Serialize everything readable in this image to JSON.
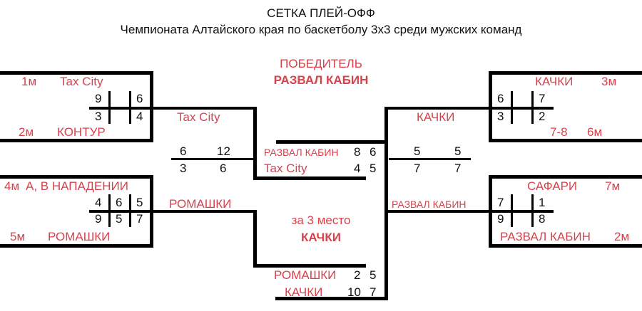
{
  "header": {
    "title": "СЕТКА ПЛЕЙ-ОФФ",
    "subtitle": "Чемпионата Алтайского края по баскетболу 3х3 среди мужских команд"
  },
  "colors": {
    "team_text": "#d8424c",
    "score_text": "#111111",
    "lines": "#000000"
  },
  "winner": {
    "label": "ПОБЕДИТЕЛЬ",
    "team": "РАЗВАЛ КАБИН"
  },
  "third_place": {
    "label": "за 3 место",
    "team": "КАЧКИ"
  },
  "left_top_match": {
    "team1": {
      "seed": "1м",
      "name": "Tax City"
    },
    "team2": {
      "seed": "2м",
      "name": "КОНТУР"
    },
    "scores1": [
      "9",
      "6"
    ],
    "scores2": [
      "3",
      "4"
    ],
    "winner": "Tax City"
  },
  "left_bottom_match": {
    "team1": {
      "seed": "4м",
      "name": "А, В НАПАДЕНИИ"
    },
    "team2": {
      "seed": "5м",
      "name": "РОМАШКИ"
    },
    "scores1": [
      "4",
      "6",
      "5"
    ],
    "scores2": [
      "9",
      "5",
      "7"
    ],
    "winner": "РОМАШКИ"
  },
  "left_semifinal": {
    "scores1": [
      "6",
      "12"
    ],
    "scores2": [
      "3",
      "6"
    ]
  },
  "right_top_match": {
    "team1": {
      "seed": "3м",
      "name": "КАЧКИ"
    },
    "team2": {
      "seed": "6м",
      "name": "7-8"
    },
    "scores1": [
      "6",
      "7"
    ],
    "scores2": [
      "3",
      "2"
    ],
    "winner": "КАЧКИ"
  },
  "right_bottom_match": {
    "team1": {
      "seed": "7м",
      "name": "САФАРИ"
    },
    "team2": {
      "seed": "2м",
      "name": "РАЗВАЛ КАБИН"
    },
    "scores1": [
      "7",
      "1"
    ],
    "scores2": [
      "9",
      "8"
    ],
    "winner": "РАЗВАЛ КАБИН"
  },
  "right_semifinal": {
    "scores1": [
      "5",
      "5"
    ],
    "scores2": [
      "7",
      "7"
    ]
  },
  "final": {
    "team1": {
      "name": "РАЗВАЛ КАБИН",
      "scores": [
        "8",
        "6"
      ]
    },
    "team2": {
      "name": "Tax City",
      "scores": [
        "4",
        "5"
      ]
    }
  },
  "third_place_match": {
    "team1": {
      "name": "РОМАШКИ",
      "scores": [
        "2",
        "5"
      ]
    },
    "team2": {
      "name": "КАЧКИ",
      "scores": [
        "10",
        "7"
      ]
    }
  }
}
